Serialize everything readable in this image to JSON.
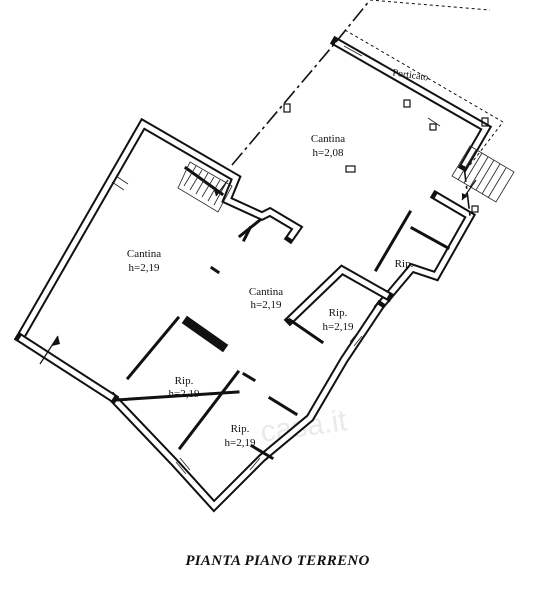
{
  "plan": {
    "title": "PIANTA PIANO TERRENO",
    "rooms": [
      {
        "name": "Cantina",
        "height": "h=2,08"
      },
      {
        "name": "Cantina",
        "height": "h=2,19"
      },
      {
        "name": "Cantina",
        "height": "h=2,19"
      },
      {
        "name": "Rip.",
        "height": "h=2,19"
      },
      {
        "name": "Rip.",
        "height": "h=2,19"
      },
      {
        "name": "Rip.",
        "height": "h=2,19"
      },
      {
        "name": "Rip.",
        "height": ""
      }
    ],
    "porch_label": "Porticato",
    "watermark": "casa.it"
  },
  "colors": {
    "ink": "#111111",
    "background": "#ffffff",
    "watermark": "#d9d9d9"
  }
}
